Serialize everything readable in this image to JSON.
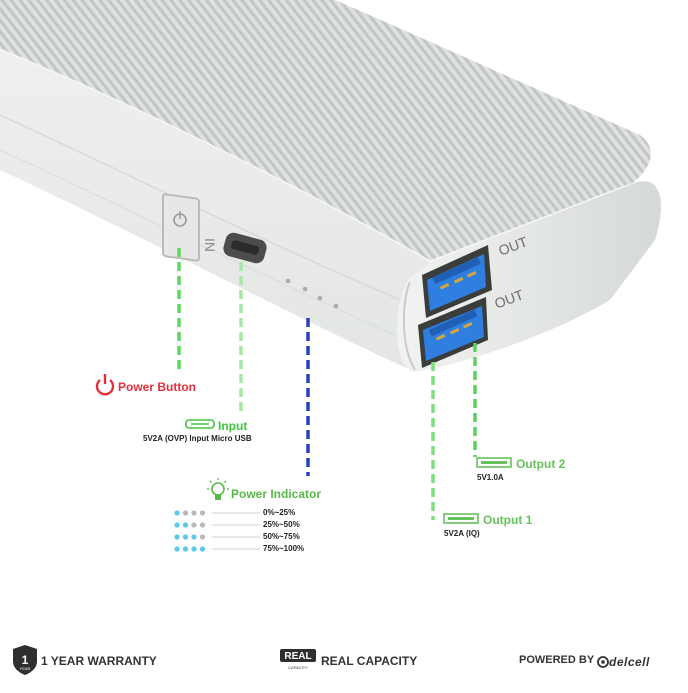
{
  "product": {
    "port_label_top": "OUT",
    "port_label_bottom": "OUT"
  },
  "callouts": {
    "power_button": "Power Button",
    "input": {
      "label": "Input",
      "spec": "5V2A (OVP) Input Micro USB"
    },
    "power_indicator": {
      "label": "Power Indicator",
      "levels": [
        {
          "range": "0%~25%",
          "lit": 1
        },
        {
          "range": "25%~50%",
          "lit": 2
        },
        {
          "range": "50%~75%",
          "lit": 3
        },
        {
          "range": "75%~100%",
          "lit": 4
        }
      ]
    },
    "output2": {
      "label": "Output 2",
      "spec": "5V1.0A"
    },
    "output1": {
      "label": "Output 1",
      "spec": "5V2A (IQ)"
    }
  },
  "footer": {
    "warranty_badge": "1",
    "warranty_badge_sub": "YEAR",
    "warranty": "1 YEAR WARRANTY",
    "real_badge": "REAL",
    "real_badge_sub": "CAPACITY",
    "capacity": "REAL CAPACITY",
    "powered_by": "POWERED BY",
    "brand": "delcell"
  },
  "colors": {
    "power": "#e5303c",
    "green": "#3ec63e",
    "blue_line": "#2a3fbf",
    "usb_blue": "#2f7fe0",
    "dot_lit": "#5bc8ec",
    "dot_off": "#b9b9b9"
  }
}
